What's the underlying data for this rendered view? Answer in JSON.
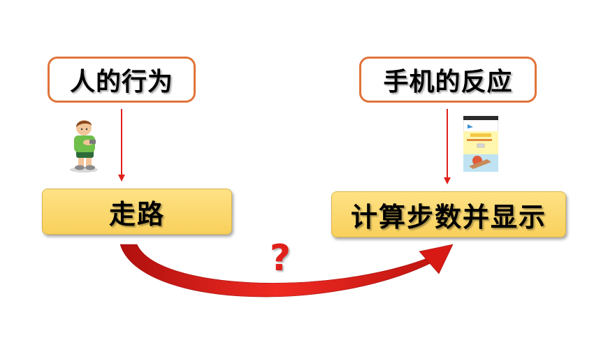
{
  "boxes": {
    "human_behavior": "人的行为",
    "phone_response": "手机的反应",
    "walking": "走路",
    "count_steps": "计算步数并显示"
  },
  "question_mark": "?",
  "colors": {
    "outline_box_border": "#e0743a",
    "filled_box": "#f8d05c",
    "arrow": "#e0201a"
  },
  "icons": {
    "boy": "walking-boy-illustration",
    "phone": "phone-pedometer-screen-illustration"
  }
}
